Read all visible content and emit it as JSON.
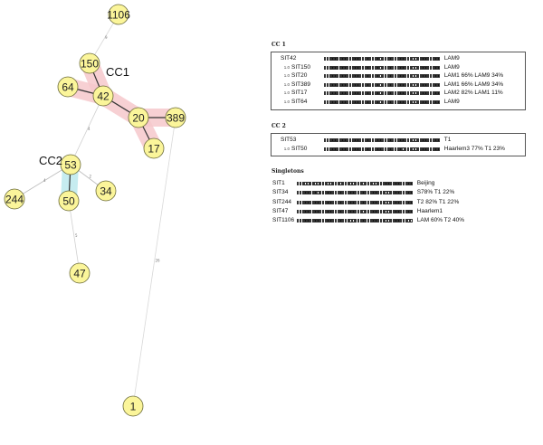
{
  "network": {
    "node_fill": "#fbf59a",
    "node_stroke": "#6b6b3a",
    "cc1_color": "#f6c8cc",
    "cc2_color": "#bde9ee",
    "cluster_labels": [
      "CC1",
      "CC2"
    ],
    "nodes": [
      {
        "id": "1106",
        "label": "1106"
      },
      {
        "id": "150",
        "label": "150"
      },
      {
        "id": "64",
        "label": "64"
      },
      {
        "id": "42",
        "label": "42"
      },
      {
        "id": "20",
        "label": "20"
      },
      {
        "id": "389",
        "label": "389"
      },
      {
        "id": "17",
        "label": "17"
      },
      {
        "id": "53",
        "label": "53"
      },
      {
        "id": "244",
        "label": "244"
      },
      {
        "id": "34",
        "label": "34"
      },
      {
        "id": "50",
        "label": "50"
      },
      {
        "id": "47",
        "label": "47"
      },
      {
        "id": "1",
        "label": "1"
      }
    ],
    "edge_labels": {
      "e_1106_150": "9",
      "e_42_53": "4",
      "e_53_244": "4",
      "e_53_34": "2",
      "e_50_47": "5",
      "e_389_1": "26"
    }
  },
  "cc1": {
    "title": "CC 1",
    "rows": [
      {
        "dist": "",
        "sit": "SIT42",
        "pattern": "1111111111111111111111000111111111000111111111",
        "lineage": "LAM9"
      },
      {
        "dist": "1.0",
        "sit": "SIT150",
        "pattern": "1111111111111111111111000111111111000111111111",
        "lineage": "LAM9"
      },
      {
        "dist": "1.0",
        "sit": "SIT20",
        "pattern": "0111111111111111111111000111111111000111111111",
        "lineage": "LAM1 66% LAM9 34%"
      },
      {
        "dist": "1.0",
        "sit": "SIT389",
        "pattern": "1011111111111111111111000111111111000111111111",
        "lineage": "LAM1 66% LAM9 34%"
      },
      {
        "dist": "1.0",
        "sit": "SIT17",
        "pattern": "1111111111111111111111000111111111000011111111",
        "lineage": "LAM2 82% LAM1 11%"
      },
      {
        "dist": "1.0",
        "sit": "SIT64",
        "pattern": "1111111111111111111111000111111110000111111111",
        "lineage": "LAM9"
      }
    ]
  },
  "cc2": {
    "title": "CC 2",
    "rows": [
      {
        "dist": "",
        "sit": "SIT53",
        "pattern": "1111111111111111111111111111111110000111111111",
        "lineage": "T1"
      },
      {
        "dist": "1.0",
        "sit": "SIT50",
        "pattern": "1111111111111111111111111111111010000111111111",
        "lineage": "Haarlem3 77% T1 23%"
      }
    ]
  },
  "singletons": {
    "title": "Singletons",
    "rows": [
      {
        "sit": "SIT1",
        "pattern": "0000000000000000000000000000000000011111111111",
        "lineage": "Beijing"
      },
      {
        "sit": "SIT34",
        "pattern": "1111111101111111111111111111111110000111111111",
        "lineage": "S78% T1 22%"
      },
      {
        "sit": "SIT244",
        "pattern": "1111111111111111111111111111111110000101111111",
        "lineage": "T2 82% T1 22%"
      },
      {
        "sit": "SIT47",
        "pattern": "1111111111111111111111110000111110000111111111",
        "lineage": "Haarlem1"
      },
      {
        "sit": "SIT1106",
        "pattern": "1111111111111111111100011111111110000111100000",
        "lineage": "LAM 60% T2 40%"
      }
    ]
  }
}
